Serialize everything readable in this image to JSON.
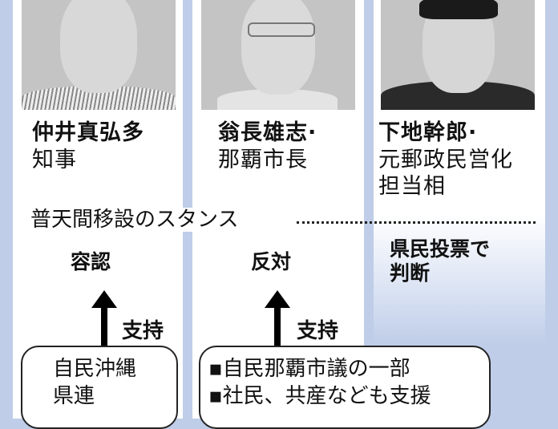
{
  "colors": {
    "background": "#bfcde8",
    "panel": "#ffffff",
    "photo_bg": "#c4c4c4",
    "text": "#111111"
  },
  "candidates": [
    {
      "name": "仲井真弘多",
      "title_lines": [
        "知事"
      ],
      "stance": "容認",
      "support_label": "支持",
      "supporters": [
        "自民沖縄",
        "県連"
      ],
      "photo": "portrait-photo-grayscale"
    },
    {
      "name": "翁長雄志·",
      "title_lines": [
        "那覇市長"
      ],
      "stance": "反対",
      "support_label": "支持",
      "supporters": [
        "▪自民那覇市議の一部",
        "▪社民、共産なども支援"
      ],
      "photo": "portrait-photo-grayscale"
    },
    {
      "name": "下地幹郎·",
      "title_lines": [
        "元郵政民営化",
        "担当相"
      ],
      "stance_lines": [
        "県民投票で",
        "判断"
      ],
      "photo": "portrait-photo-grayscale"
    }
  ],
  "stance_header": "普天間移設のスタンス"
}
